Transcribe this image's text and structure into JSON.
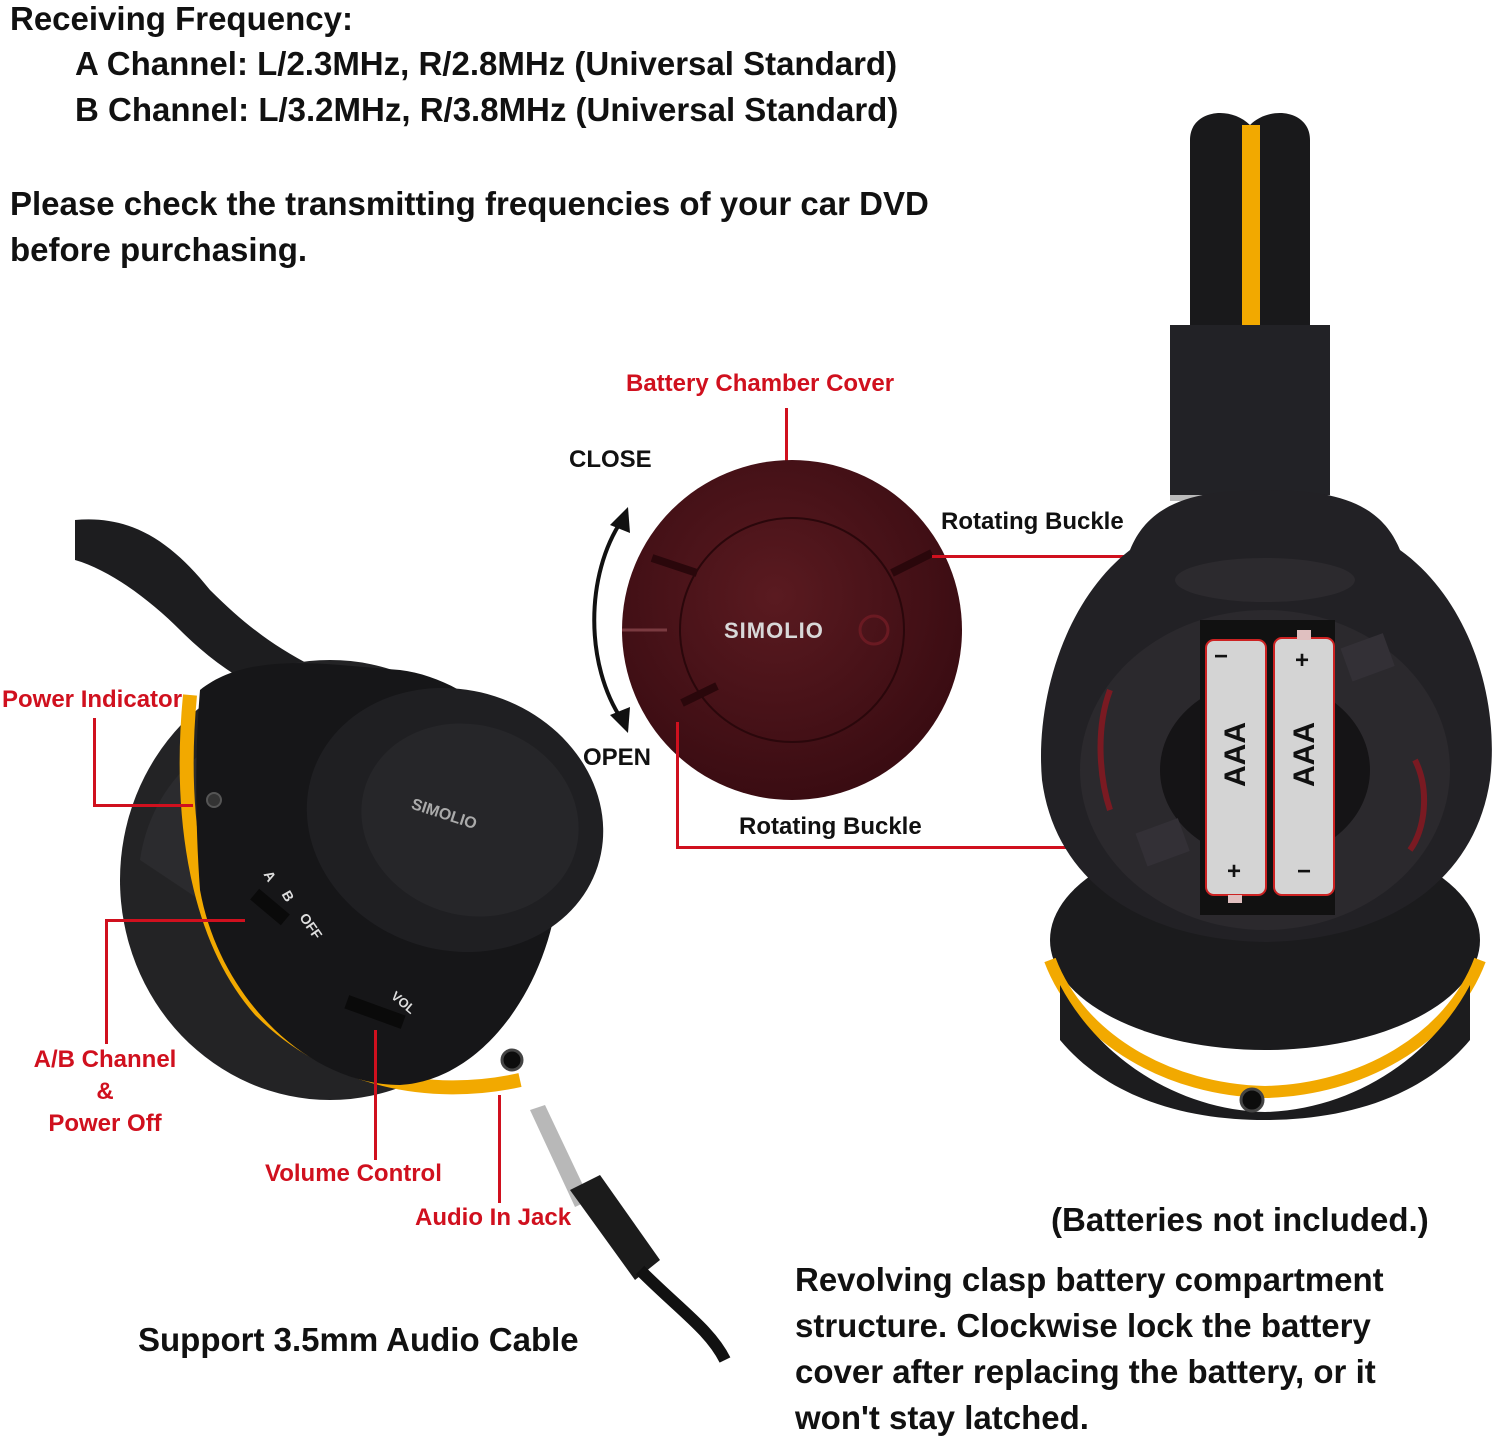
{
  "header": {
    "title": "Receiving Frequency:",
    "channels": [
      "A Channel: L/2.3MHz, R/2.8MHz (Universal Standard)",
      "B Channel: L/3.2MHz, R/3.8MHz (Universal Standard)"
    ],
    "notice_line1": "Please check the transmitting frequencies of your car DVD",
    "notice_line2": "before purchasing."
  },
  "left_headphone": {
    "brand": "SIMOLIO",
    "switch_marks": [
      "A",
      "B",
      "OFF"
    ],
    "vol_mark": "VOL",
    "callouts": {
      "power_indicator": "Power Indicator",
      "ab_channel_line1": "A/B Channel",
      "ab_channel_line2": "&",
      "ab_channel_line3": "Power Off",
      "volume_control": "Volume Control",
      "audio_in_jack": "Audio In Jack"
    },
    "caption": "Support 3.5mm Audio Cable"
  },
  "battery_cover": {
    "title": "Battery Chamber Cover",
    "brand": "SIMOLIO",
    "close_label": "CLOSE",
    "open_label": "OPEN",
    "rotating_buckle_top": "Rotating Buckle",
    "rotating_buckle_bottom": "Rotating Buckle"
  },
  "right_headphone": {
    "batteries": [
      {
        "type": "AAA",
        "top": "−",
        "bottom": "+"
      },
      {
        "type": "AAA",
        "top": "+",
        "bottom": "−"
      }
    ]
  },
  "footer": {
    "batteries_note": "(Batteries not included.)",
    "description": [
      "Revolving clasp battery compartment",
      "structure. Clockwise lock the battery",
      "cover after replacing the battery, or it",
      "won't stay latched."
    ]
  },
  "colors": {
    "callout_red": "#d0101e",
    "accent_yellow": "#f2a900",
    "cover_maroon": "#4a1218",
    "body_black": "#1a1a1c"
  }
}
